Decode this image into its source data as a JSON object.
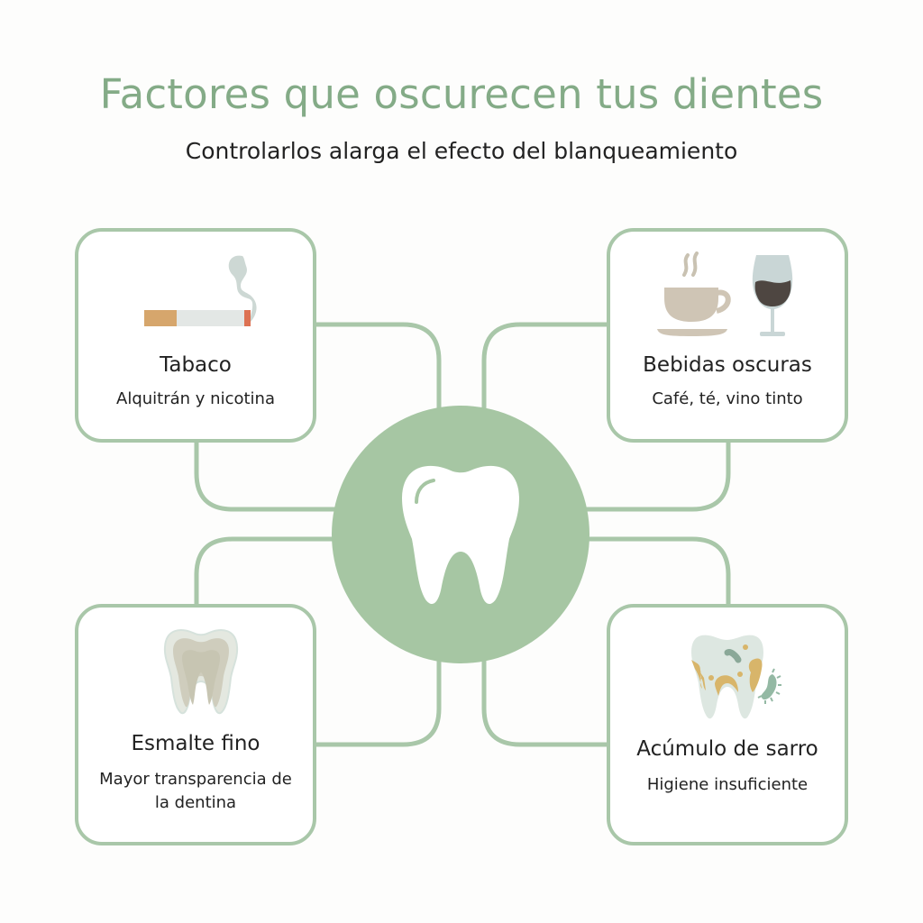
{
  "header": {
    "title": "Factores que oscurecen tus dientes",
    "subtitle": "Controlarlos alarga el efecto del blanqueamiento"
  },
  "center": {
    "icon": "tooth-icon"
  },
  "colors": {
    "accent": "#a9c7a9",
    "title": "#84ab87",
    "text": "#222222"
  },
  "factors": [
    {
      "position": "top-left",
      "icon": "cigarette-icon",
      "title": "Tabaco",
      "description": "Alquitrán y nicotina"
    },
    {
      "position": "top-right",
      "icon": "coffee-wine-icon",
      "title": "Bebidas oscuras",
      "description": "Café, té, vino tinto"
    },
    {
      "position": "bottom-left",
      "icon": "thin-enamel-tooth-icon",
      "title": "Esmalte fino",
      "description": "Mayor transparencia de la dentina"
    },
    {
      "position": "bottom-right",
      "icon": "tartar-tooth-icon",
      "title": "Acúmulo de sarro",
      "description": "Higiene insuficiente"
    }
  ]
}
